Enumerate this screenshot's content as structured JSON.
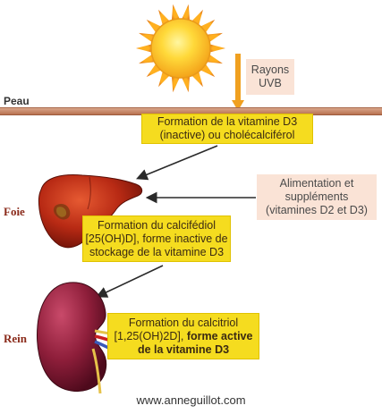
{
  "labels": {
    "skin": "Peau",
    "liver": "Foie",
    "kidney": "Rein"
  },
  "uvb": {
    "line1": "Rayons",
    "line2": "UVB"
  },
  "skin_box": {
    "line1": "Formation de la vitamine D3",
    "line2": "(inactive) ou cholécalciférol"
  },
  "diet_box": {
    "line1": "Alimentation et",
    "line2": "suppléments",
    "line3": "(vitamines D2 et D3)"
  },
  "liver_box": {
    "line1": "Formation du calcifédiol",
    "line2": "[25(OH)D], forme inactive de",
    "line3": "stockage de la vitamine D3"
  },
  "kidney_box": {
    "line1": "Formation du calcitriol",
    "line2_prefix": "[1,25(OH)2D], ",
    "line2_bold": "forme active",
    "line3_bold": "de la vitamine D3"
  },
  "footer": "www.anneguillot.com",
  "colors": {
    "yellow_box": "#f5dc1f",
    "peach_box": "#fae3d6",
    "skin_band": "#c8876a",
    "arrow_orange": "#f0a020",
    "label_red": "#8a2a1a"
  },
  "icons": [
    "sun-icon",
    "liver-icon",
    "kidney-icon"
  ]
}
